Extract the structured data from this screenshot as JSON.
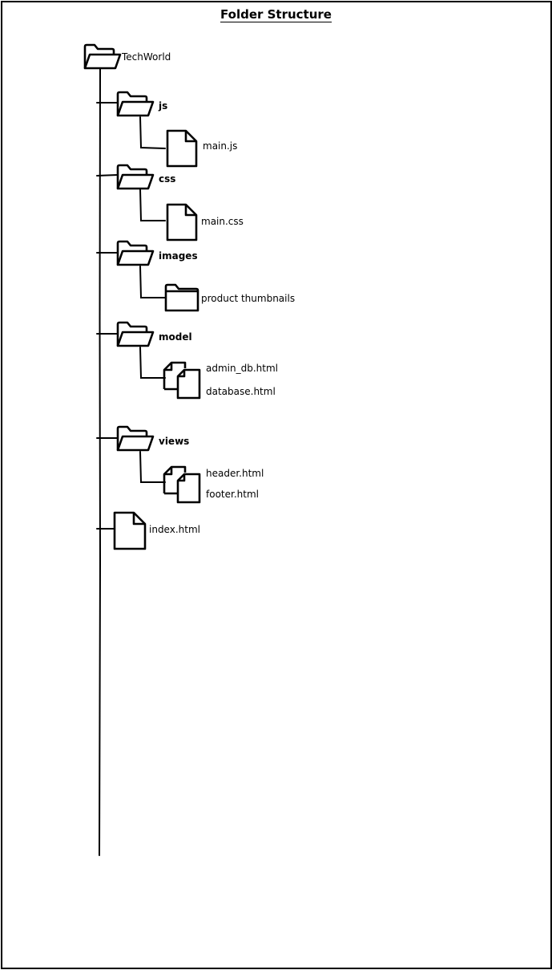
{
  "title": "Folder Structure",
  "root": {
    "name": "TechWorld"
  },
  "folders": {
    "js": {
      "name": "js",
      "files": [
        "main.js"
      ]
    },
    "css": {
      "name": "css",
      "files": [
        "main.css"
      ]
    },
    "images": {
      "name": "images",
      "subfolder": "product thumbnails"
    },
    "model": {
      "name": "model",
      "files": [
        "admin_db.html",
        "database.html"
      ]
    },
    "views": {
      "name": "views",
      "files": [
        "header.html",
        "footer.html"
      ]
    }
  },
  "root_files": [
    "index.html"
  ],
  "icons": {
    "folder_open": "folder-open-icon",
    "folder_closed": "folder-icon",
    "file": "file-icon",
    "multi_file": "files-icon"
  },
  "colors": {
    "stroke": "#000000",
    "background": "#ffffff"
  }
}
